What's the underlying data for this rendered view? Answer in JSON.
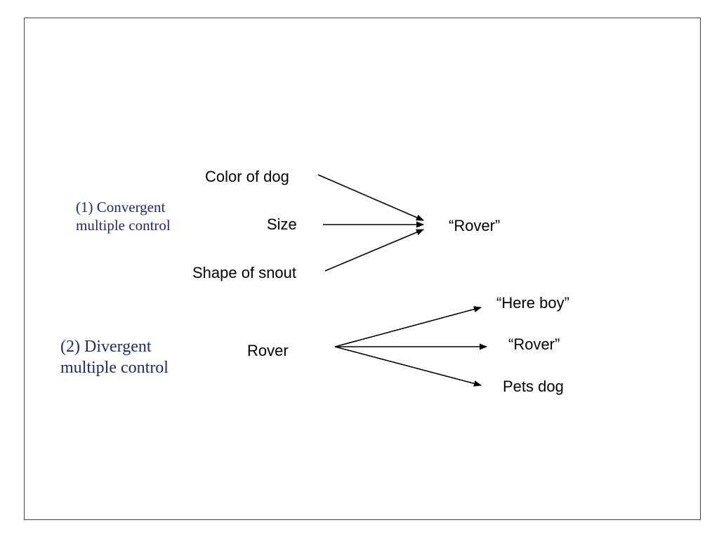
{
  "colors": {
    "label_accent": "#1f2a70",
    "text": "#000000",
    "frame": "#444444"
  },
  "convergent": {
    "title_line1": "(1) Convergent",
    "title_line2": "multiple control",
    "sources": [
      "Color of dog",
      "Size",
      "Shape of snout"
    ],
    "target": "“Rover”"
  },
  "divergent": {
    "title_line1": "(2) Divergent",
    "title_line2": "multiple control",
    "source": "Rover",
    "targets": [
      "“Here boy”",
      "“Rover”",
      "Pets dog"
    ]
  }
}
